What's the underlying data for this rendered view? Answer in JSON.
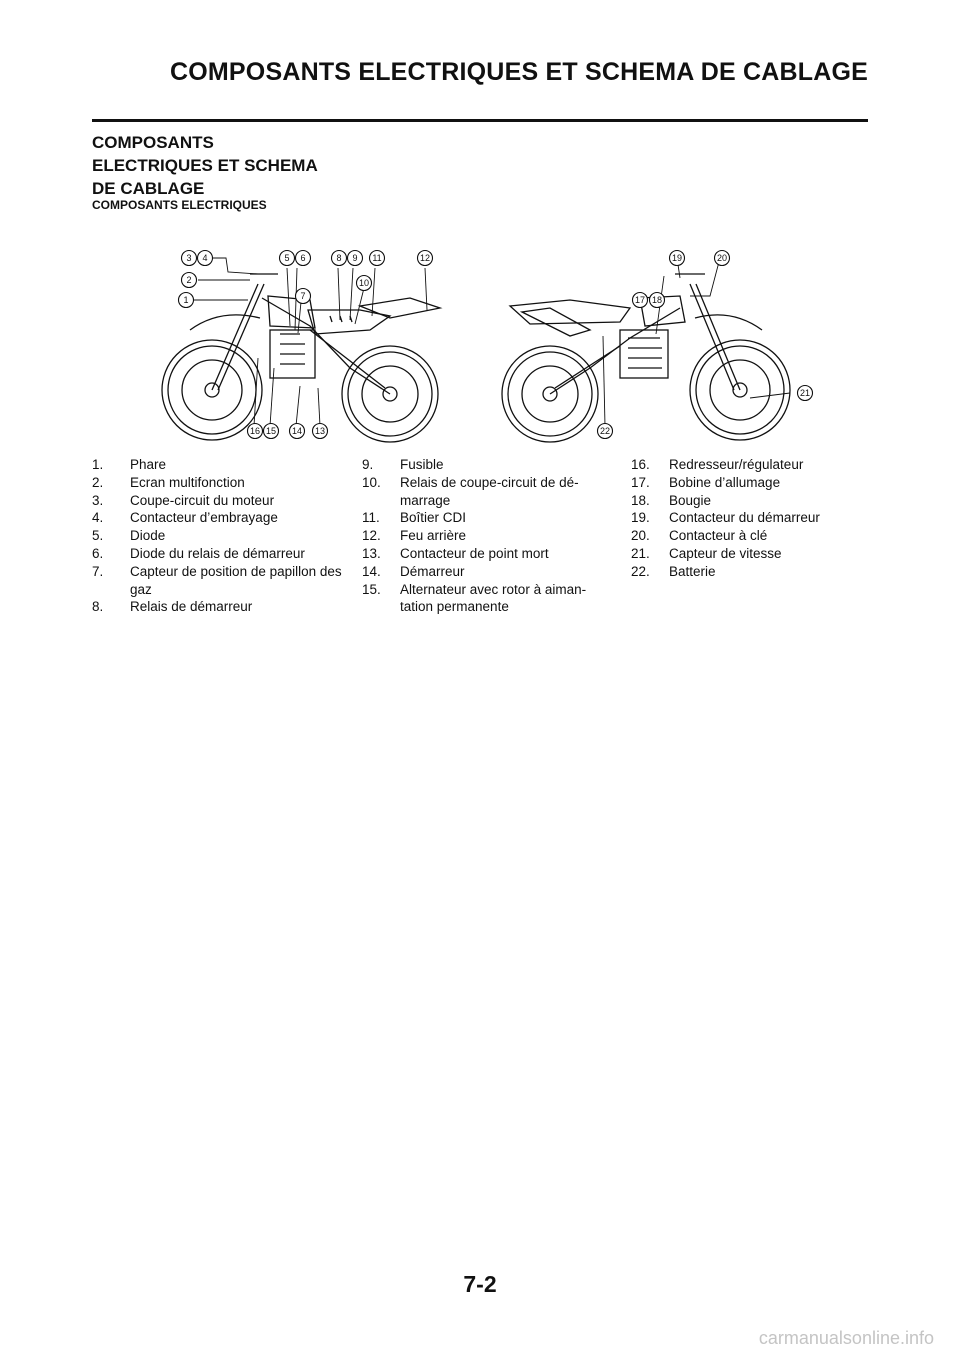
{
  "header": {
    "title": "COMPOSANTS ELECTRIQUES ET SCHEMA DE CABLAGE"
  },
  "section": {
    "title": "COMPOSANTS\nELECTRIQUES ET SCHEMA\nDE CABLAGE",
    "subtitle": "COMPOSANTS ELECTRIQUES"
  },
  "figure": {
    "callouts": [
      "1",
      "2",
      "3",
      "4",
      "5",
      "6",
      "7",
      "8",
      "9",
      "10",
      "11",
      "12",
      "13",
      "14",
      "15",
      "16",
      "17",
      "18",
      "19",
      "20",
      "21",
      "22"
    ]
  },
  "legend": {
    "col1": [
      {
        "num": "1.",
        "text": "Phare"
      },
      {
        "num": "2.",
        "text": "Ecran multifonction"
      },
      {
        "num": "3.",
        "text": "Coupe-circuit du moteur"
      },
      {
        "num": "4.",
        "text": "Contacteur d’embrayage"
      },
      {
        "num": "5.",
        "text": "Diode"
      },
      {
        "num": "6.",
        "text": "Diode du relais de démarreur"
      },
      {
        "num": "7.",
        "text": "Capteur de position de papillon des gaz"
      },
      {
        "num": "8.",
        "text": "Relais de démarreur"
      }
    ],
    "col2": [
      {
        "num": "9.",
        "text": "Fusible"
      },
      {
        "num": "10.",
        "text": "Relais de coupe-circuit de dé-marrage"
      },
      {
        "num": "11.",
        "text": "Boîtier CDI"
      },
      {
        "num": "12.",
        "text": "Feu arrière"
      },
      {
        "num": "13.",
        "text": "Contacteur de point mort"
      },
      {
        "num": "14.",
        "text": "Démarreur"
      },
      {
        "num": "15.",
        "text": "Alternateur avec rotor à aiman-tation permanente"
      }
    ],
    "col3": [
      {
        "num": "16.",
        "text": "Redresseur/régulateur"
      },
      {
        "num": "17.",
        "text": "Bobine d’allumage"
      },
      {
        "num": "18.",
        "text": "Bougie"
      },
      {
        "num": "19.",
        "text": "Contacteur du démarreur"
      },
      {
        "num": "20.",
        "text": "Contacteur à clé"
      },
      {
        "num": "21.",
        "text": "Capteur de vitesse"
      },
      {
        "num": "22.",
        "text": "Batterie"
      }
    ]
  },
  "footer": {
    "page_number": "7-2",
    "watermark": "carmanualsonline.info"
  }
}
